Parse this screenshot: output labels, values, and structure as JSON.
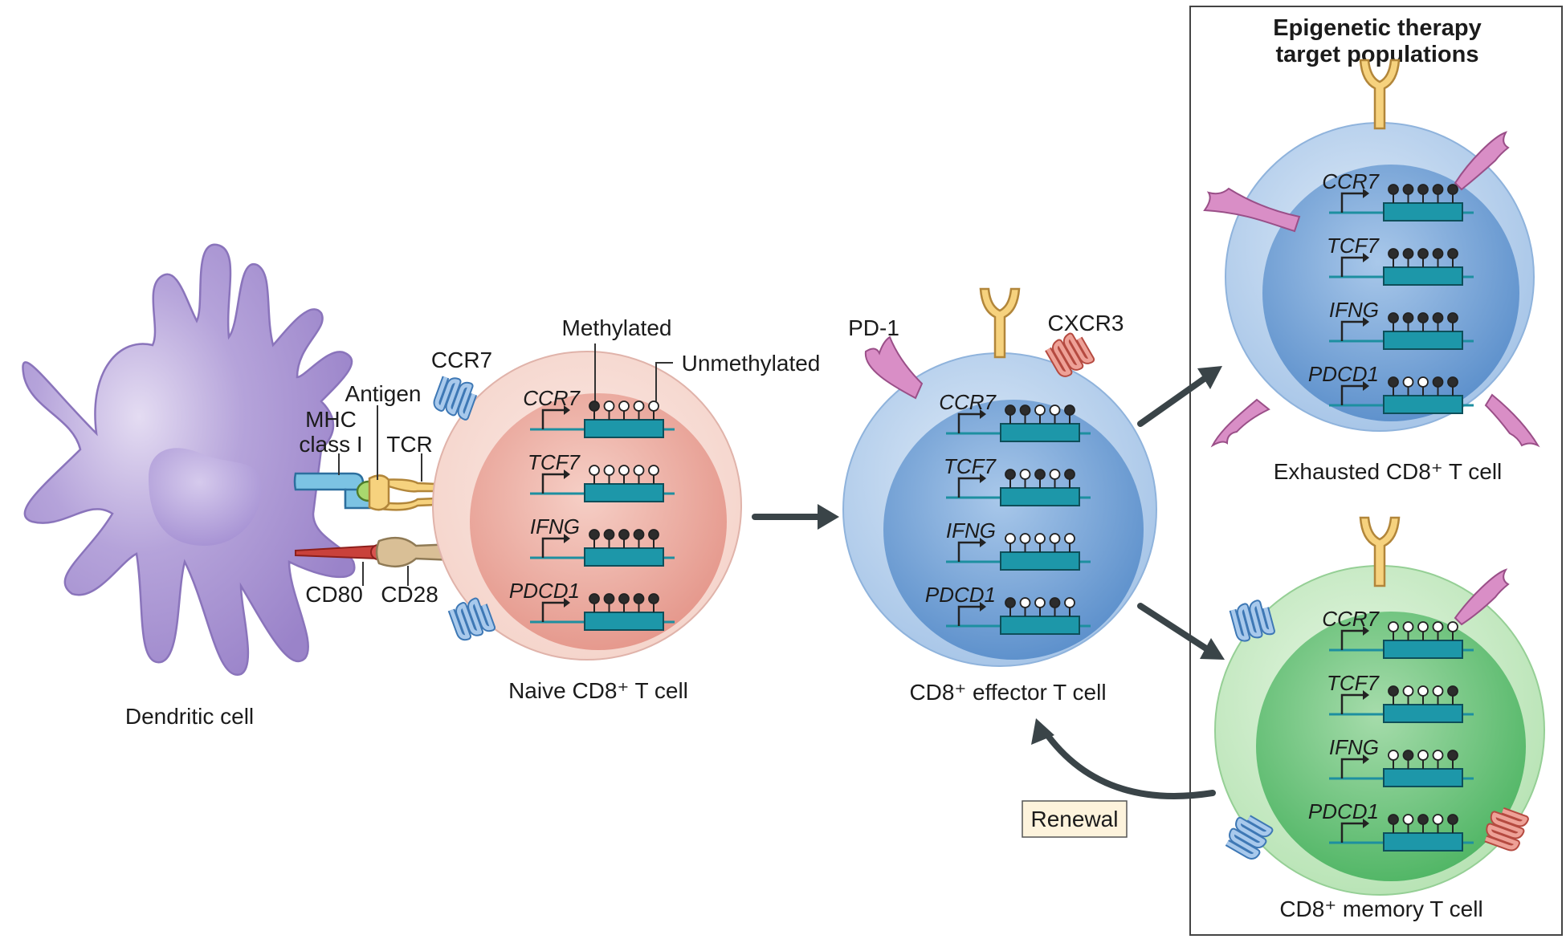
{
  "diagram": {
    "panel_title": [
      "Epigenetic therapy",
      "target populations"
    ],
    "dendritic_cell": "Dendritic cell",
    "labels": {
      "mhc": [
        "MHC",
        "class I"
      ],
      "antigen": "Antigen",
      "tcr": "TCR",
      "cd80": "CD80",
      "cd28": "CD28",
      "ccr7": "CCR7",
      "methylated": "Methylated",
      "unmethylated": "Unmethylated",
      "pd1": "PD-1",
      "cxcr3": "CXCR3",
      "renewal": "Renewal"
    },
    "genes": [
      "CCR7",
      "TCF7",
      "IFNG",
      "PDCD1"
    ],
    "cells": [
      {
        "id": "naive",
        "name": "Naive CD8⁺ T cell",
        "methylation": [
          [
            1,
            0,
            0,
            0,
            0
          ],
          [
            0,
            0,
            0,
            0,
            0
          ],
          [
            1,
            1,
            1,
            1,
            1
          ],
          [
            1,
            1,
            1,
            1,
            1
          ]
        ]
      },
      {
        "id": "effector",
        "name": "CD8⁺ effector T cell",
        "methylation": [
          [
            1,
            1,
            0,
            0,
            1
          ],
          [
            1,
            0,
            1,
            0,
            1
          ],
          [
            0,
            0,
            0,
            0,
            0
          ],
          [
            1,
            0,
            0,
            1,
            0
          ]
        ]
      },
      {
        "id": "exhausted",
        "name": "Exhausted CD8⁺ T cell",
        "methylation": [
          [
            1,
            1,
            1,
            1,
            1
          ],
          [
            1,
            1,
            1,
            1,
            1
          ],
          [
            1,
            1,
            1,
            1,
            1
          ],
          [
            1,
            0,
            0,
            1,
            1
          ]
        ]
      },
      {
        "id": "memory",
        "name": "CD8⁺ memory T cell",
        "methylation": [
          [
            0,
            0,
            0,
            0,
            0
          ],
          [
            1,
            0,
            0,
            0,
            1
          ],
          [
            0,
            1,
            0,
            0,
            1
          ],
          [
            1,
            0,
            1,
            0,
            1
          ]
        ]
      }
    ],
    "colors": {
      "dc": "#a994d2",
      "naive_outer": "#f8dfd8",
      "naive_inner": "#eeaaa0",
      "effector_outer": "#c6daf0",
      "effector_inner": "#6f9fd3",
      "memory_outer": "#d3efd0",
      "memory_inner": "#6cc37a",
      "gene_box": "#1d97a9",
      "arrow": "#3a4448"
    }
  }
}
